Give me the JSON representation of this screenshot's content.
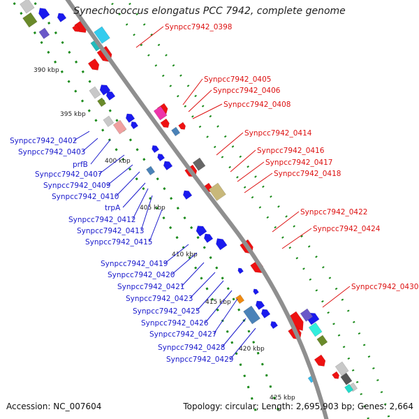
{
  "title": "Synechococcus elongatus PCC 7942, complete genome",
  "footer": {
    "accession": "Accession: NC_007604",
    "summary": "Topology: circular; Length: 2,695,903 bp; Genes: 2,664"
  },
  "colors": {
    "backbone": "#8f8f8f",
    "forward_gene": "#ee1111",
    "reverse_gene": "#1a1aee",
    "forward_label": "#dd1111",
    "reverse_label": "#1a1acc",
    "tick": "#1a8a1a"
  },
  "kbp_labels": [
    "390 kbp",
    "395 kbp",
    "400 kbp",
    "405 kbp",
    "410 kbp",
    "415 kbp",
    "420 kbp",
    "425 kbp"
  ],
  "forward_labels": [
    "Synpcc7942_0398",
    "Synpcc7942_0405",
    "Synpcc7942_0406",
    "Synpcc7942_0408",
    "Synpcc7942_0414",
    "Synpcc7942_0416",
    "Synpcc7942_0417",
    "Synpcc7942_0418",
    "Synpcc7942_0422",
    "Synpcc7942_0424",
    "Synpcc7942_0430"
  ],
  "reverse_labels": [
    "Synpcc7942_0402",
    "Synpcc7942_0403",
    "prfB",
    "Synpcc7942_0407",
    "Synpcc7942_0409",
    "Synpcc7942_0410",
    "trpA",
    "Synpcc7942_0412",
    "Synpcc7942_0413",
    "Synpcc7942_0415",
    "Synpcc7942_0419",
    "Synpcc7942_0420",
    "Synpcc7942_0421",
    "Synpcc7942_0423",
    "Synpcc7942_0425",
    "Synpcc7942_0426",
    "Synpcc7942_0427",
    "Synpcc7942_0428",
    "Synpcc7942_0429"
  ]
}
